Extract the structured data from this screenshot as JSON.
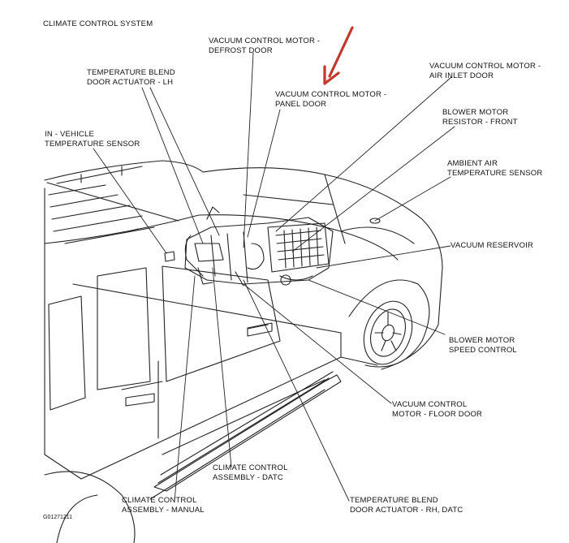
{
  "title": "CLIMATE CONTROL SYSTEM",
  "figure_code": "G01271211",
  "accent_color": "#c0392b",
  "labels": {
    "defrost": [
      "VACUUM CONTROL MOTOR -",
      "DEFROST DOOR"
    ],
    "temp_blend_lh": [
      "TEMPERATURE BLEND",
      "DOOR ACTUATOR - LH"
    ],
    "air_inlet": [
      "VACUUM CONTROL MOTOR -",
      "AIR INLET DOOR"
    ],
    "panel": [
      "VACUUM CONTROL MOTOR -",
      "PANEL DOOR"
    ],
    "blower_resistor": [
      "BLOWER MOTOR",
      "RESISTOR - FRONT"
    ],
    "in_vehicle": [
      "IN - VEHICLE",
      "TEMPERATURE SENSOR"
    ],
    "ambient": [
      "AMBIENT AIR",
      "TEMPERATURE SENSOR"
    ],
    "reservoir": [
      "VACUUM RESERVOIR"
    ],
    "blower_speed": [
      "BLOWER MOTOR",
      "SPEED CONTROL"
    ],
    "floor": [
      "VACUUM CONTROL",
      "MOTOR - FLOOR DOOR"
    ],
    "datc_assembly": [
      "CLIMATE CONTROL",
      "ASSEMBLY - DATC"
    ],
    "manual_assembly": [
      "CLIMATE CONTROL",
      "ASSEMBLY - MANUAL"
    ],
    "temp_blend_rh": [
      "TEMPERATURE BLEND",
      "DOOR ACTUATOR - RH, DATC"
    ]
  }
}
